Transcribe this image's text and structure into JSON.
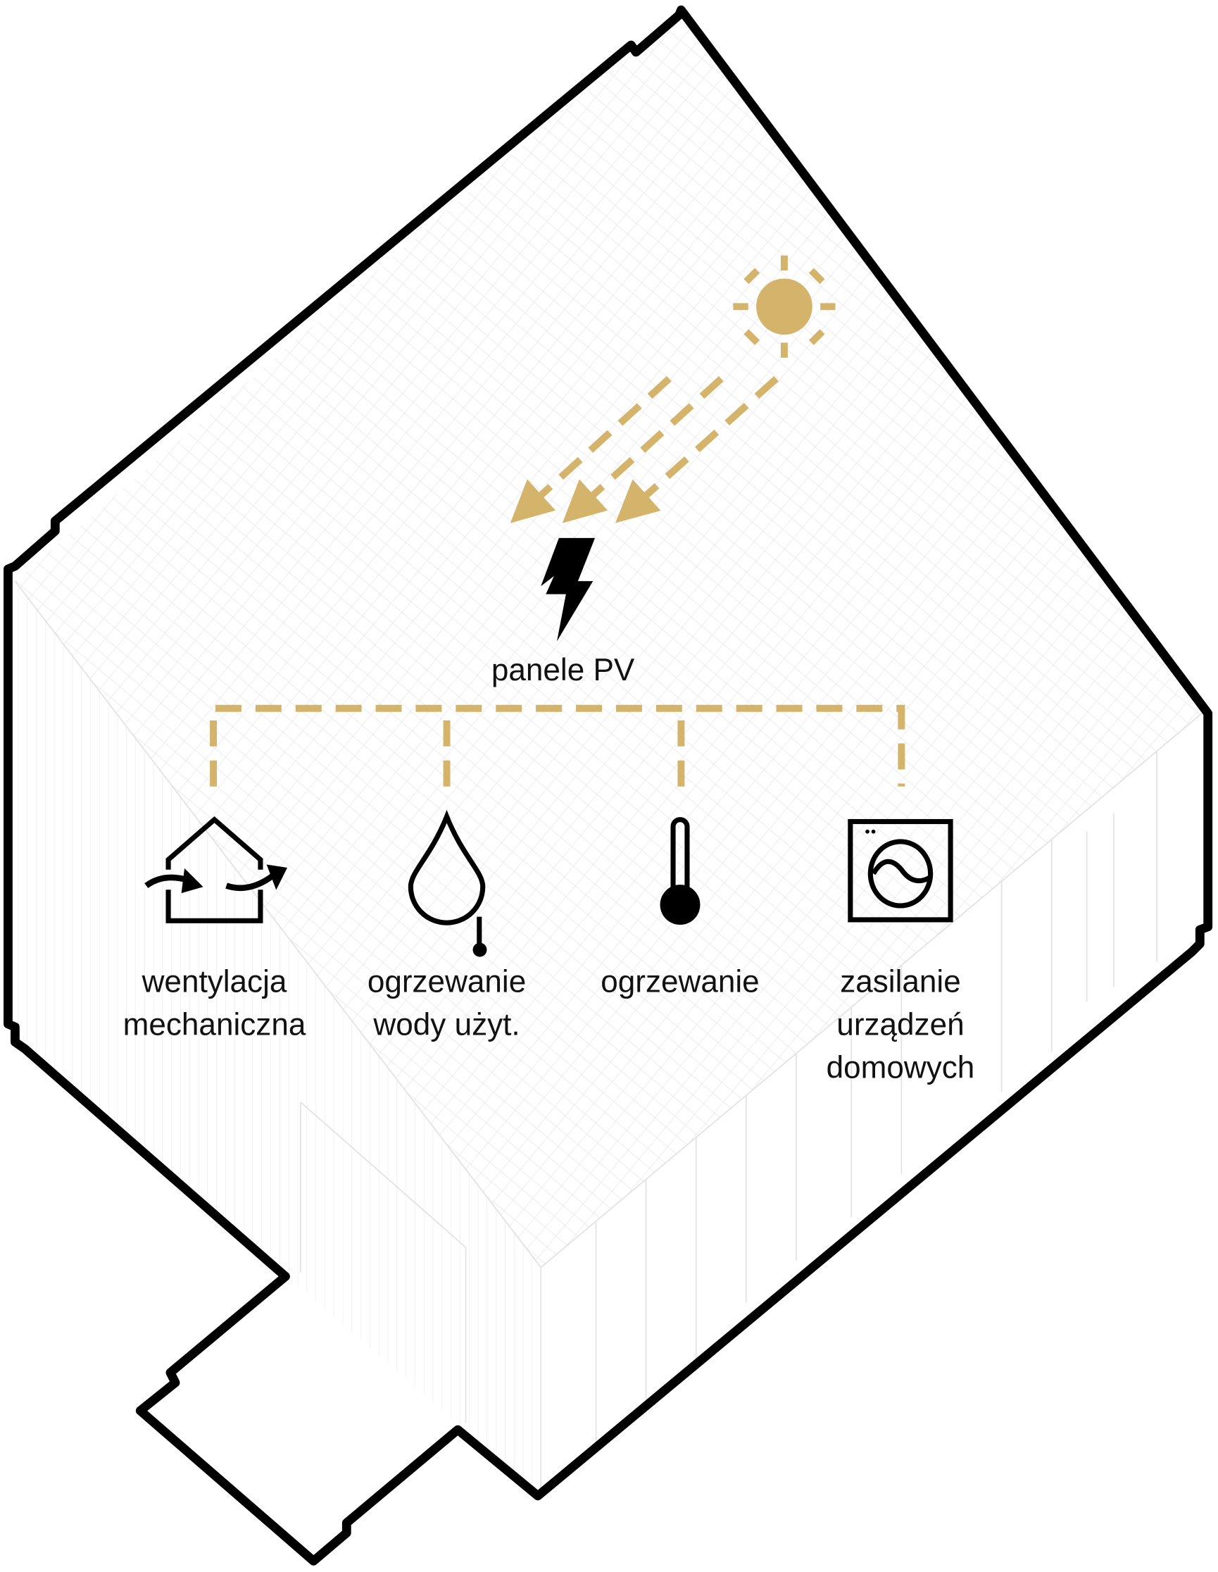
{
  "colors": {
    "accent": "#d4b36b",
    "outline": "#000000",
    "grid": "#e4e4e4"
  },
  "source_label": "panele PV",
  "consumers": [
    {
      "icon": "house-ventilation-icon",
      "lines": [
        "wentylacja",
        "mechaniczna"
      ]
    },
    {
      "icon": "water-drop-thermometer-icon",
      "lines": [
        "ogrzewanie",
        "wody użyt."
      ]
    },
    {
      "icon": "thermometer-icon",
      "lines": [
        "ogrzewanie"
      ]
    },
    {
      "icon": "washing-machine-icon",
      "lines": [
        "zasilanie",
        "urządzeń",
        "domowych"
      ]
    }
  ]
}
